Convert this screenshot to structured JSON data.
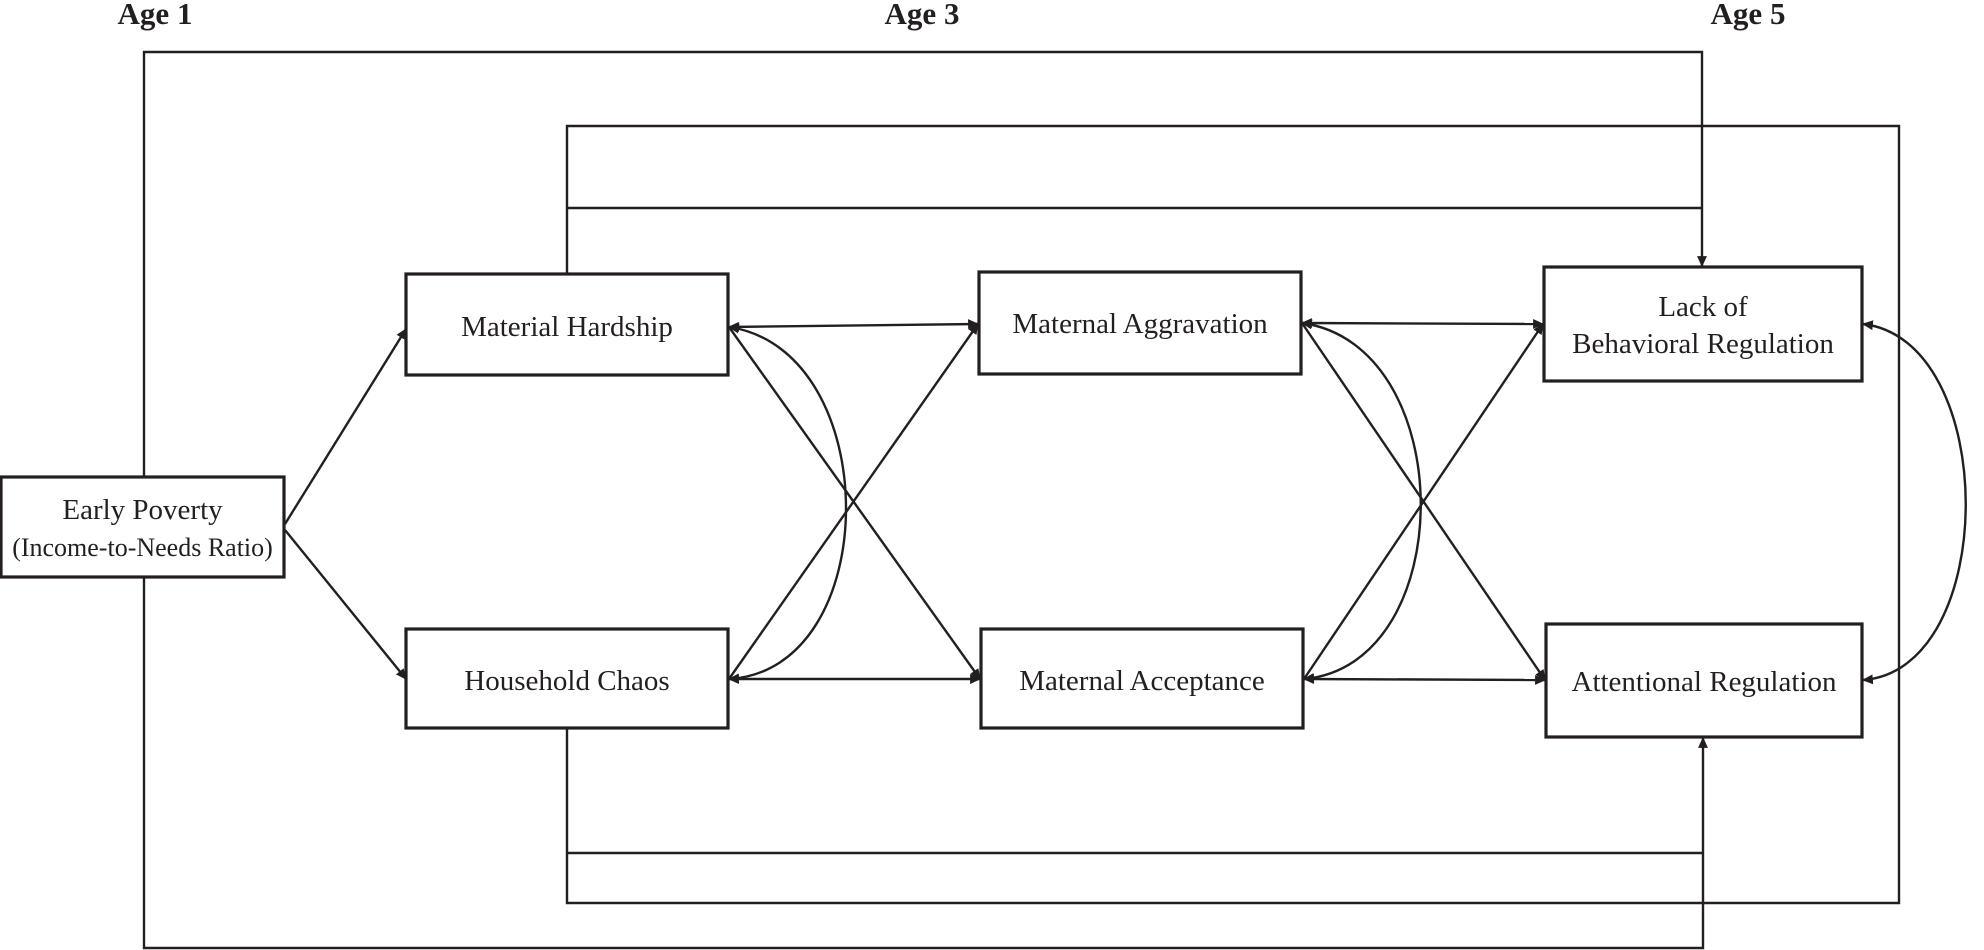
{
  "columns": {
    "age1": "Age 1",
    "age3": "Age 3",
    "age5": "Age 5"
  },
  "nodes": {
    "early_poverty": {
      "line1": "Early Poverty",
      "line2": "(Income-to-Needs Ratio)"
    },
    "material_hardship": {
      "label": "Material Hardship"
    },
    "household_chaos": {
      "label": "Household Chaos"
    },
    "maternal_aggravation": {
      "label": "Maternal Aggravation"
    },
    "maternal_acceptance": {
      "label": "Maternal Acceptance"
    },
    "lack_behavioral_regulation": {
      "line1": "Lack of",
      "line2": "Behavioral Regulation"
    },
    "attentional_regulation": {
      "label": "Attentional Regulation"
    }
  },
  "colors": {
    "ink": "#231f20",
    "background": "#ffffff"
  }
}
